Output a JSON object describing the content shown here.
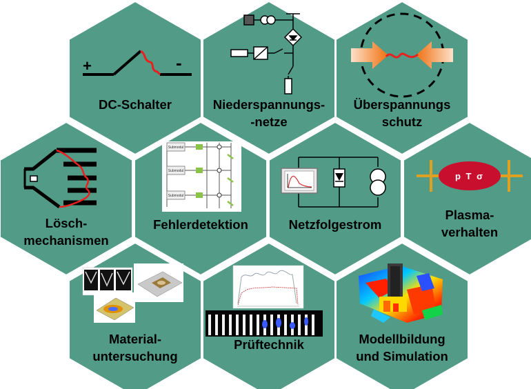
{
  "tiles": [
    {
      "id": "dc-schalter",
      "lines": [
        "DC-Schalter"
      ]
    },
    {
      "id": "niederspannungsnetze",
      "lines": [
        "Niederspannungs-",
        "-netze"
      ]
    },
    {
      "id": "ueberspannungsschutz",
      "lines": [
        "Überspannungs",
        "schutz"
      ]
    },
    {
      "id": "loeschmechanismen",
      "lines": [
        "Lösch-",
        "mechanismen"
      ]
    },
    {
      "id": "fehlerdetektion",
      "lines": [
        "Fehlerdetektion"
      ]
    },
    {
      "id": "netzfolgestrom",
      "lines": [
        "Netzfolgestrom"
      ]
    },
    {
      "id": "plasmaverhalten",
      "lines": [
        "Plasma-",
        "verhalten"
      ]
    },
    {
      "id": "materialuntersuchung",
      "lines": [
        "Material-",
        "untersuchung"
      ]
    },
    {
      "id": "prueftechnik",
      "lines": [
        "Prüftechnik"
      ]
    },
    {
      "id": "modellbildung",
      "lines": [
        "Modellbildung",
        "und Simulation"
      ]
    }
  ],
  "dc_switch": {
    "plus": "+",
    "minus": "-"
  },
  "submodul_label": "Submodul",
  "plasma_symbols": "p T σ",
  "colors": {
    "hex_fill": "#529C87",
    "hex_stroke": "#ffffff",
    "red": "#E8201F",
    "orange": "#F07010",
    "plasma_red": "#C8102E",
    "plasma_bar": "#E0A020"
  }
}
